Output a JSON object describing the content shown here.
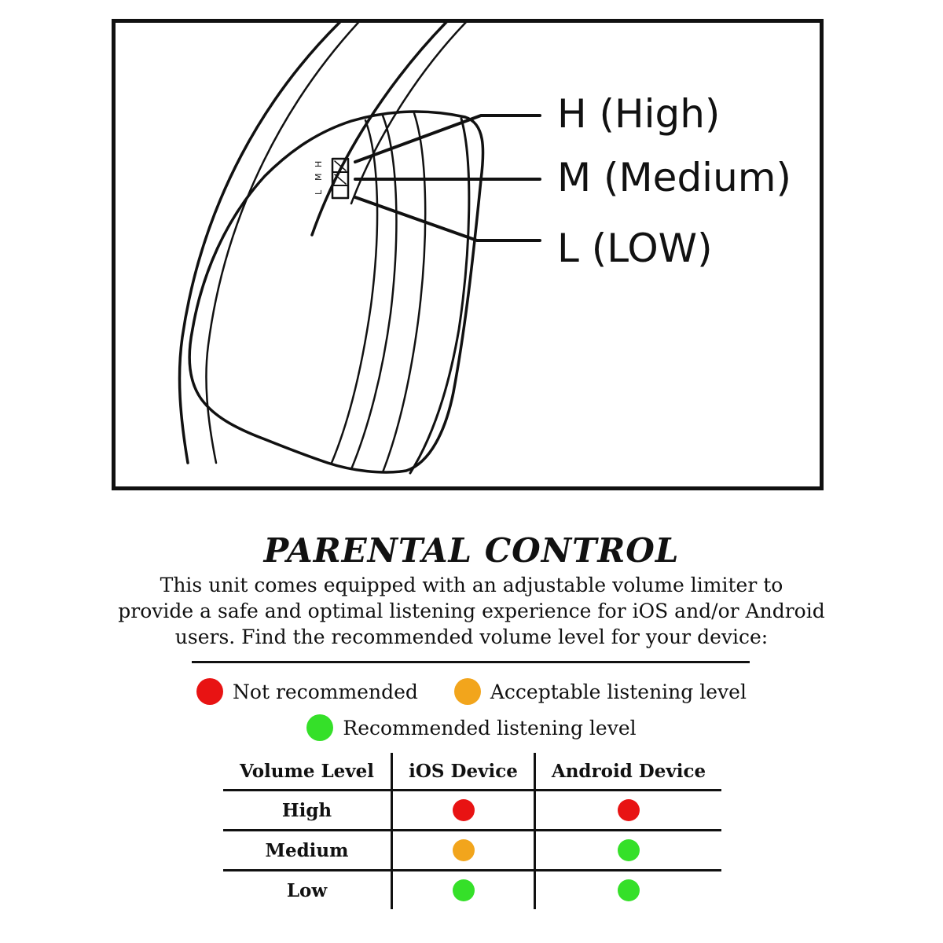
{
  "callouts": {
    "high": "H (High)",
    "medium": "M (Medium)",
    "low": "L (LOW)"
  },
  "switch_letters": [
    "L",
    "M",
    "H"
  ],
  "title": "PARENTAL CONTROL",
  "description": [
    "This unit comes equipped with an adjustable volume limiter to",
    "provide a safe and optimal listening experience for iOS and/or Android",
    "users. Find the recommended volume level for your device:"
  ],
  "colors": {
    "red": "#e81313",
    "orange": "#f2a51c",
    "green": "#35e029"
  },
  "legend": [
    {
      "color": "red",
      "label": "Not recommended"
    },
    {
      "color": "orange",
      "label": "Acceptable listening level"
    },
    {
      "color": "green",
      "label": "Recommended listening level"
    }
  ],
  "table": {
    "headers": [
      "Volume Level",
      "iOS Device",
      "Android Device"
    ],
    "rows": [
      {
        "level": "High",
        "ios": "red",
        "android": "red"
      },
      {
        "level": "Medium",
        "ios": "orange",
        "android": "green"
      },
      {
        "level": "Low",
        "ios": "green",
        "android": "green"
      }
    ]
  }
}
